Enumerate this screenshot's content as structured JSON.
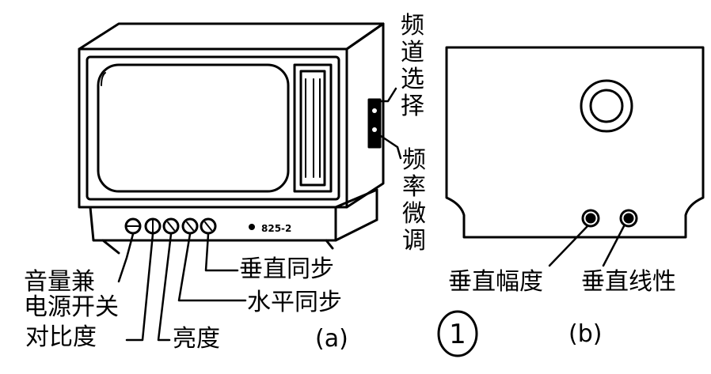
{
  "diagram": {
    "model_text": "825-2",
    "side_labels": {
      "channel_select": "频道选择",
      "fine_tuning": "频率微调"
    },
    "front_labels": {
      "volume_power": [
        "音量兼",
        "电源开关"
      ],
      "contrast": "对比度",
      "brightness": "亮度",
      "v_sync": "垂直同步",
      "h_sync": "水平同步"
    },
    "caption_a": "(a)",
    "caption_b": "(b)",
    "figure_number": "1",
    "rear_labels": {
      "v_amplitude": "垂直幅度",
      "v_linearity": "垂直线性"
    }
  }
}
